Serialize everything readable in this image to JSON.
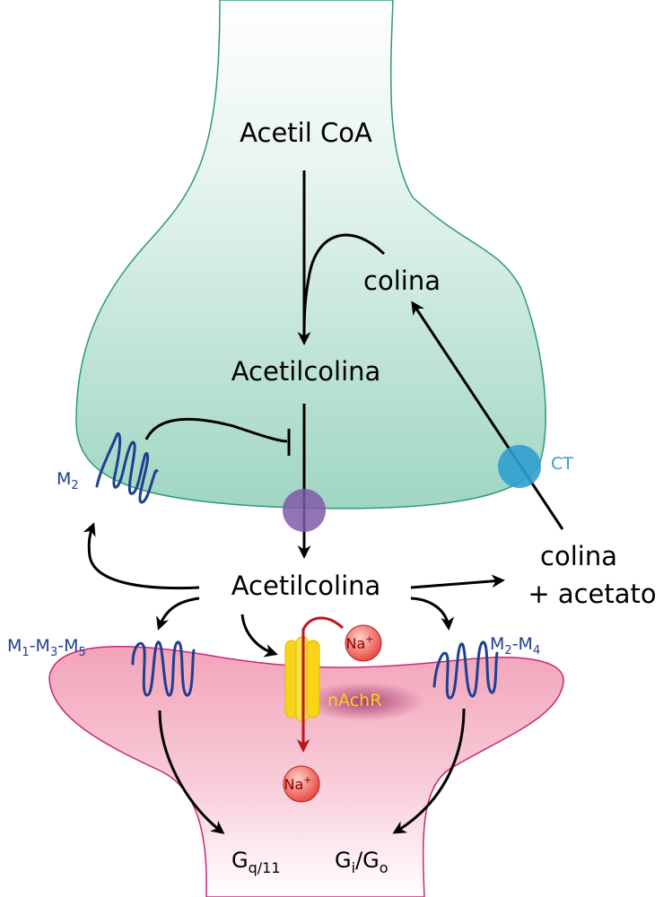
{
  "colors": {
    "presynaptic_fill": "#c9e9dd",
    "presynaptic_stroke": "#2e9a6e",
    "postsynaptic_fill": "#f3a9bd",
    "postsynaptic_stroke": "#c8287a",
    "receptor": "#1f3f8f",
    "transporter": "#2f9fcf",
    "vesicle_release": "#7f5aa8",
    "nachr_channel": "#f7d417",
    "sodium": "#e8403a",
    "sodium_flow_arrow": "#c0141c"
  },
  "labels": {
    "acetyl_coa": "Acetil CoA",
    "choline_inside": "colina",
    "acetylcholine_inside": "Acetilcolina",
    "acetylcholine_cleft": "Acetilcolina",
    "products_line1": "colina",
    "products_line2": "+ acetato",
    "transporter": "CT",
    "nachr": "nAchR"
  },
  "receptors": {
    "autoreceptor": {
      "letter": "M",
      "sub": "2"
    },
    "post_left": {
      "m1": "M",
      "s1": "1",
      "sep1": "-M",
      "s2": "3",
      "sep2": "-M",
      "s3": "5"
    },
    "post_right": {
      "m1": "M",
      "s1": "2",
      "sep1": "-M",
      "s2": "4"
    }
  },
  "g_proteins": {
    "left": {
      "main": "G",
      "sub": "q/11"
    },
    "right": {
      "main1": "G",
      "sub1": "i",
      "sep": "/G",
      "sub2": "o"
    }
  },
  "ions": {
    "outside": {
      "symbol": "Na",
      "charge": "+"
    },
    "inside": {
      "symbol": "Na",
      "charge": "+"
    }
  }
}
